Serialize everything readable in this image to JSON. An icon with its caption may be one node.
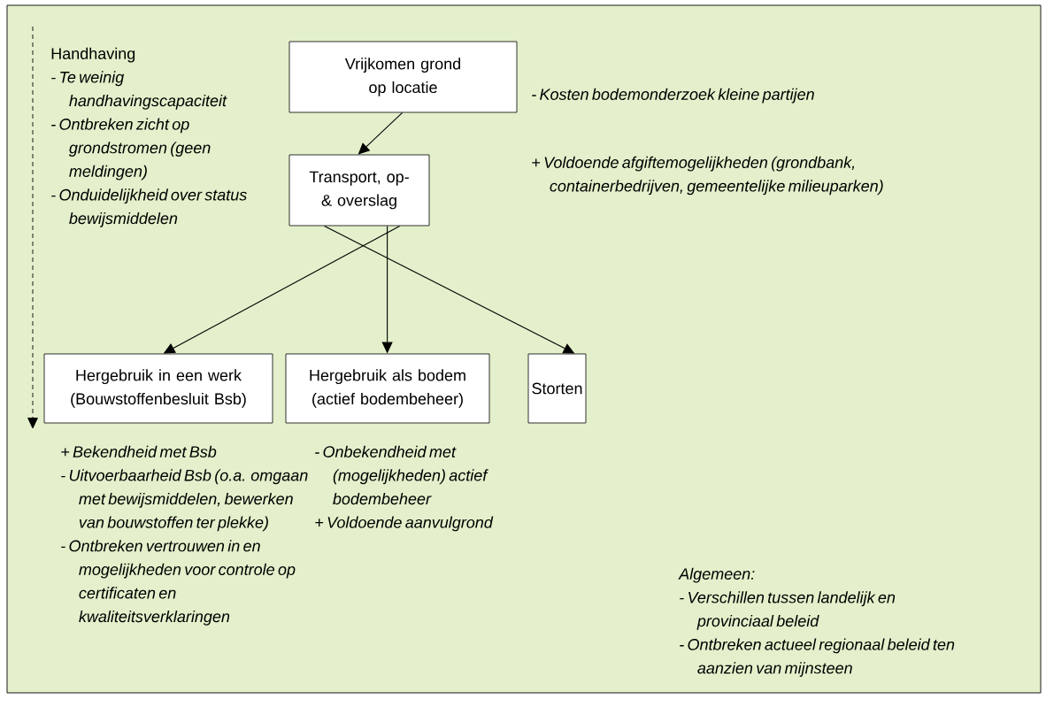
{
  "diagram": {
    "nodes": [
      {
        "text": [
          "Vrijkomen grond op locatie"
        ],
        "beside": [
          "- Kosten bodemonderzoek kleine partijen"
        ]
      },
      {
        "text": [
          "Transport, op- & overslag"
        ]
      },
      {
        "text": [
          "Hergebruik in een werk (Bouwstoffenbesluit Bsb)"
        ],
        "beside": [
          "+ Bekendheid met Bsb",
          "- Uitvoerbaarheid Bsb (o.a. omgaan met bewijsmiddelen, bewerken van bouwstoffen ter plekke)",
          "- Ontbreken vertrouwen in en mogelijkheden voor controle op certificaten en kwaliteitsverklaringen"
        ]
      },
      {
        "text": [
          "Hergebruik als bodem (actief bodembeheer)"
        ],
        "beside": [
          "- Onbekendheid met (mogelijkheden) actief bodembeheer",
          "+ Voldoende aanvulgrond"
        ]
      },
      {
        "text": [
          "Storten"
        ]
      }
    ],
    "edges": [
      {
        "from": 0,
        "to": 1,
        "arrow": "to"
      },
      {
        "from": 1,
        "to": 2,
        "arrow": "to"
      },
      {
        "from": 1,
        "to": 3,
        "arrow": "to"
      },
      {
        "from": 1,
        "to": 4,
        "arrow": "to"
      }
    ],
    "labels": [
      "Handhaving",
      "- Te weinig handhavingscapaciteit",
      "- Ontbreken zicht op grondstromen (geen meldingen)",
      "- Onduidelijkheid over status bewijsmiddelen",
      "+ Voldoende afgiftemogelijkheden (grondbank, containerbedrijven, gemeentelijke milieuparken)",
      "Algemeen:",
      "- Verschillen tussen landelijk en provinciaal beleid",
      "- Ontbreken actueel regionaal beleid ten aanzien van mijnsteen"
    ]
  }
}
